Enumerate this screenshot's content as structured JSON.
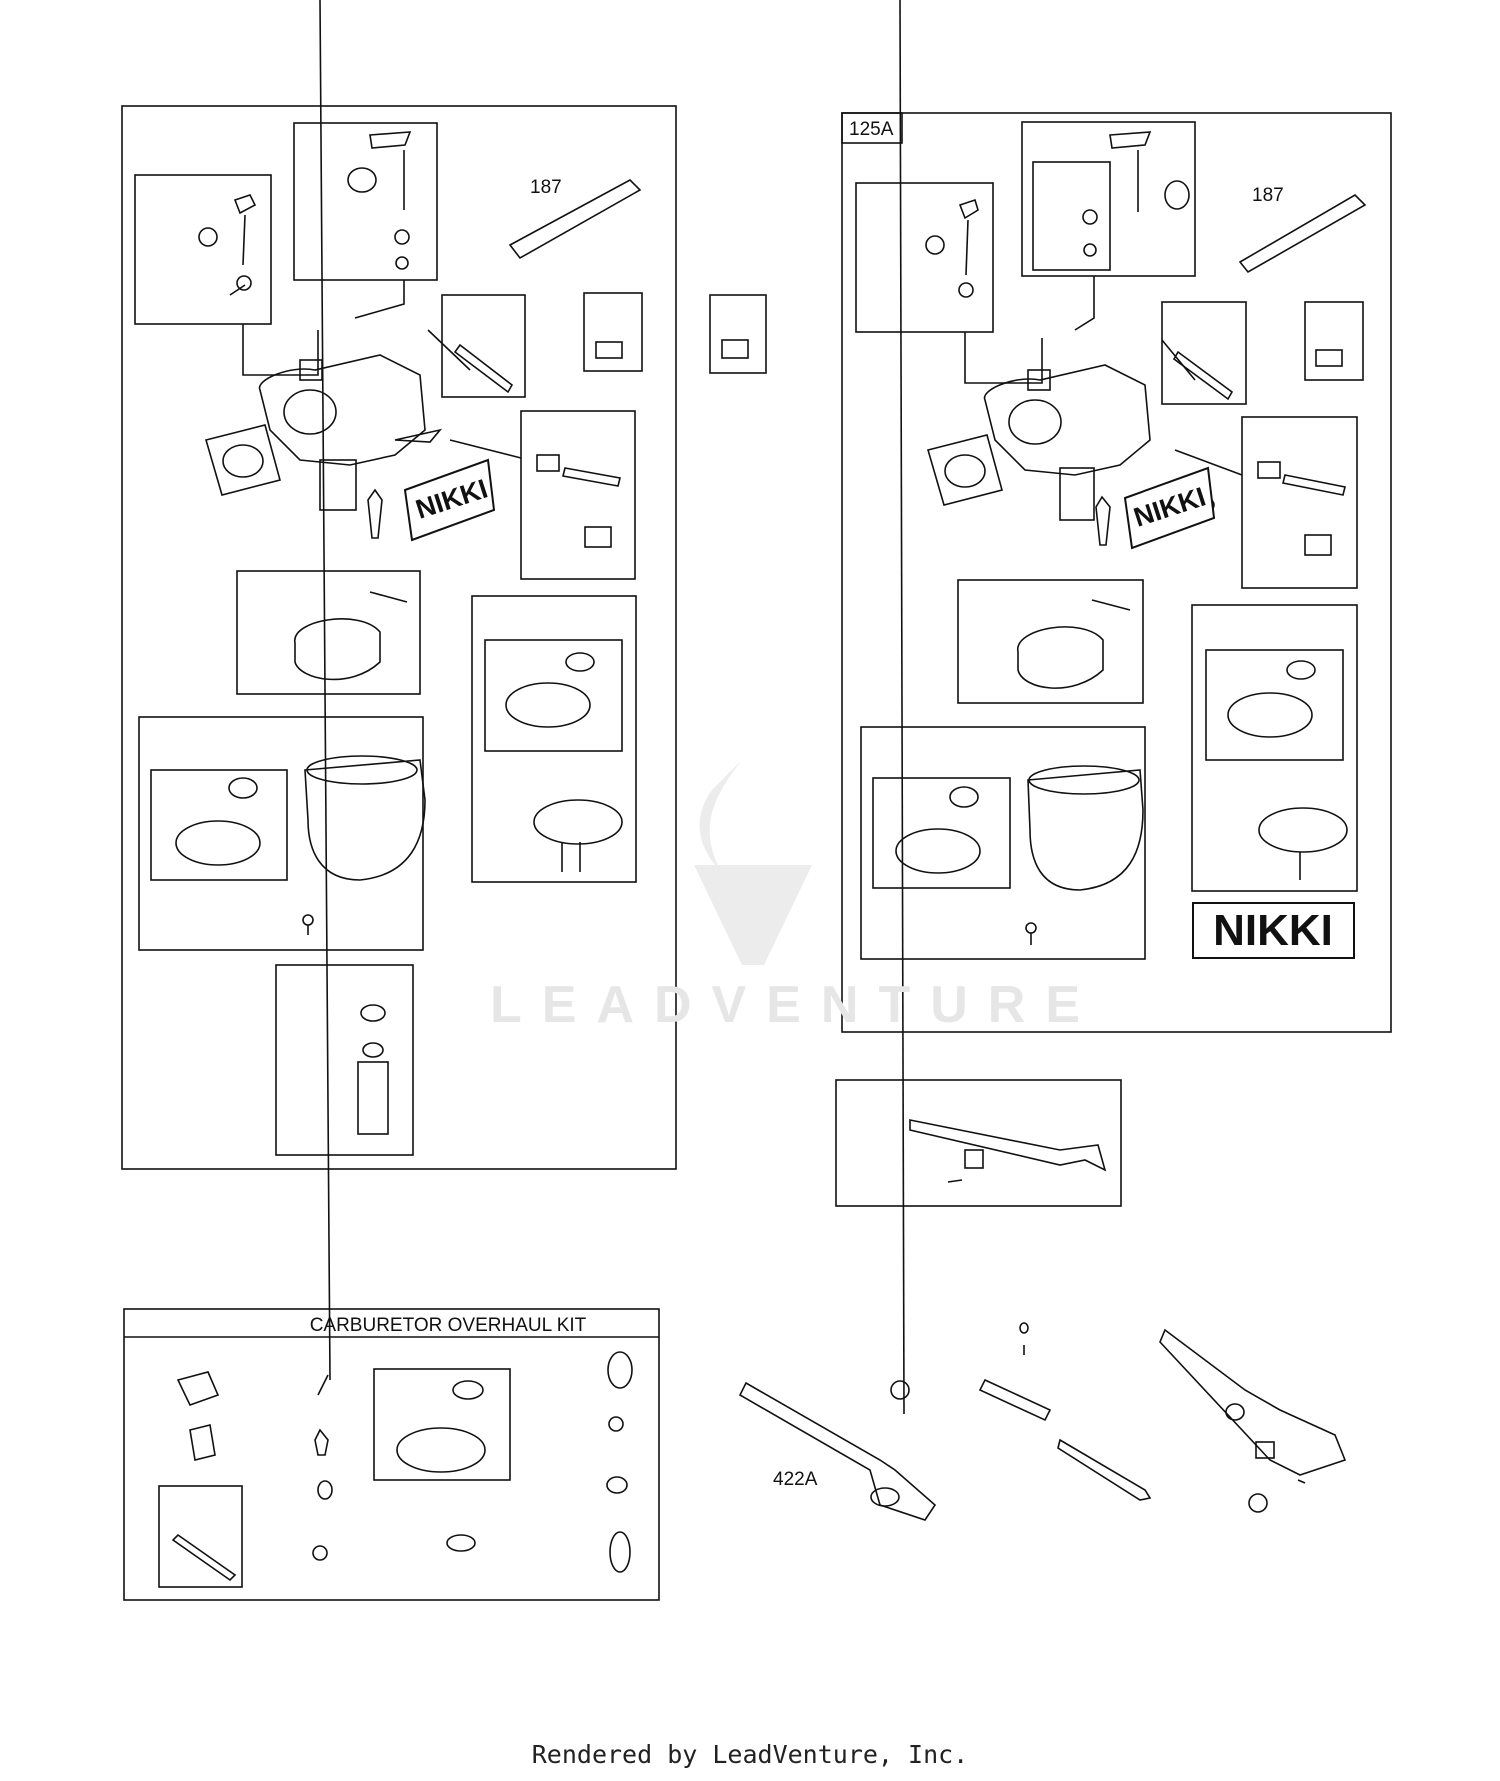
{
  "labels": {
    "left_part_187": "187",
    "right_part_187": "187",
    "panel_125a": "125A",
    "part_422a": "422A",
    "nikki_left": "NIKKI",
    "nikki_right": "NIKKI",
    "nikki_badge": "NIKKI"
  },
  "kit": {
    "title": "CARBURETOR OVERHAUL KIT"
  },
  "watermark": {
    "text": "LEADVENTURE"
  },
  "footer": {
    "text": "Rendered by LeadVenture, Inc."
  }
}
